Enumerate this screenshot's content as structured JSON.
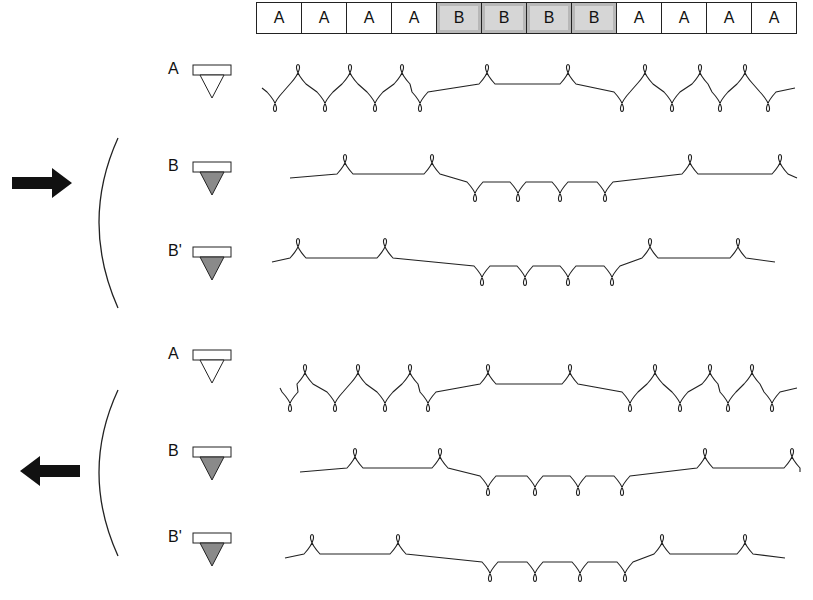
{
  "diagram": {
    "nodes": [
      {
        "text": [
          "A"
        ]
      },
      {
        "text": [
          "A"
        ]
      },
      {
        "text": [
          "A"
        ]
      },
      {
        "text": [
          "A"
        ]
      },
      {
        "text": [
          "B"
        ]
      },
      {
        "text": [
          "B"
        ]
      },
      {
        "text": [
          "B"
        ]
      },
      {
        "text": [
          "B"
        ]
      },
      {
        "text": [
          "A"
        ]
      },
      {
        "text": [
          "A"
        ]
      },
      {
        "text": [
          "A"
        ]
      },
      {
        "text": [
          "A"
        ]
      }
    ],
    "labels": [
      "A",
      "B",
      "B'",
      "A",
      "B",
      "B'"
    ]
  }
}
